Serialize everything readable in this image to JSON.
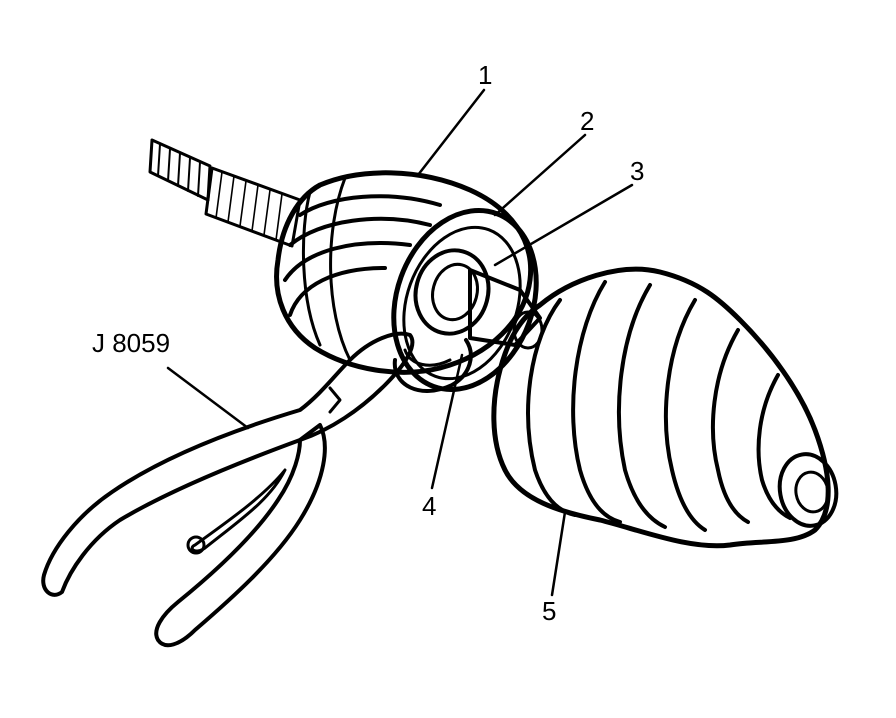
{
  "callouts": {
    "label_1": "1",
    "label_2": "2",
    "label_3": "3",
    "label_4": "4",
    "label_5": "5",
    "tool": "J 8059"
  },
  "colors": {
    "ink": "#000000",
    "background": "#ffffff",
    "stipple": "#000000"
  }
}
